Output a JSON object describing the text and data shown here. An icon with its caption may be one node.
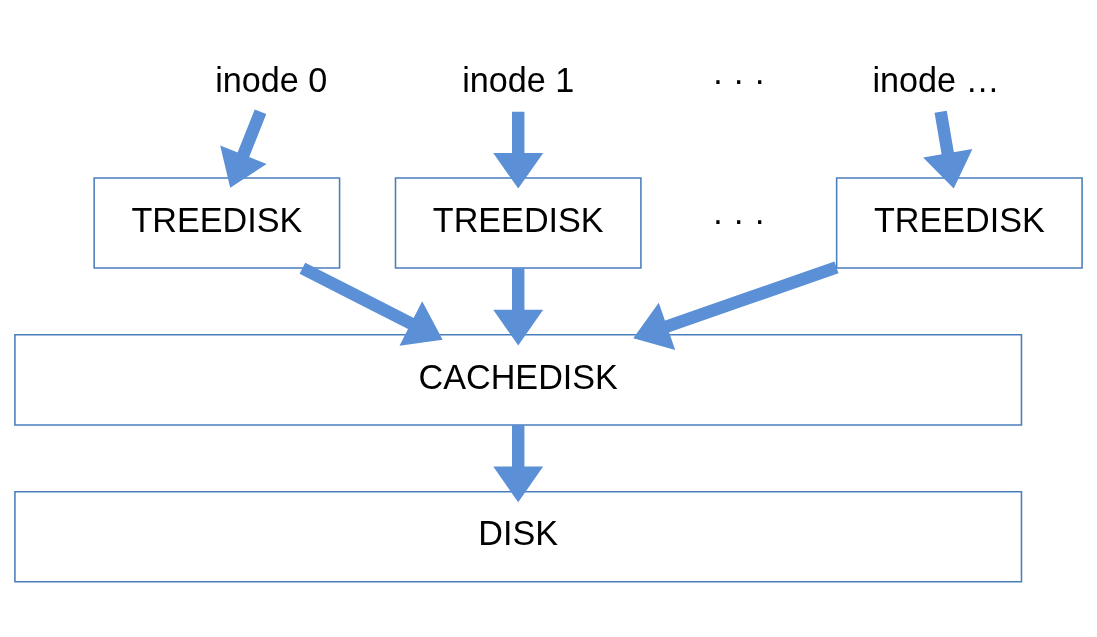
{
  "diagram": {
    "nodes": [
      {
        "text": [
          "inode 0"
        ]
      },
      {
        "text": [
          "inode 1"
        ]
      },
      {
        "text": [
          "inode …"
        ]
      },
      {
        "text": [
          "TREEDISK"
        ]
      },
      {
        "text": [
          "TREEDISK"
        ]
      },
      {
        "text": [
          "TREEDISK"
        ]
      },
      {
        "text": [
          "CACHEDISK"
        ]
      },
      {
        "text": [
          "DISK"
        ]
      }
    ],
    "edges": [
      {
        "from": 0,
        "to": 3,
        "arrow": "to"
      },
      {
        "from": 1,
        "to": 4,
        "arrow": "to"
      },
      {
        "from": 2,
        "to": 5,
        "arrow": "to"
      },
      {
        "from": 3,
        "to": 6,
        "arrow": "to"
      },
      {
        "from": 4,
        "to": 6,
        "arrow": "to"
      },
      {
        "from": 5,
        "to": 6,
        "arrow": "to"
      },
      {
        "from": 6,
        "to": 7,
        "arrow": "to"
      }
    ],
    "labels": [
      "· · ·",
      "· · ·"
    ]
  }
}
